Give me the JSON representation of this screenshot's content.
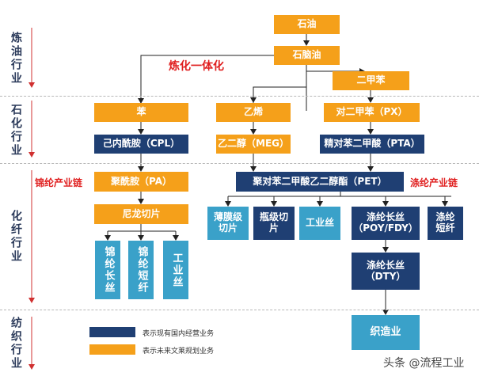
{
  "sections": {
    "refining": "炼油行业",
    "petrochem": "石化行业",
    "fiber": "化纤行业",
    "textile": "纺织行业"
  },
  "labels": {
    "integration": "炼化一体化",
    "nylon_chain": "锦纶产业链",
    "polyester_chain": "涤纶产业链"
  },
  "nodes": {
    "crude_oil": "石油",
    "naphtha": "石脑油",
    "xylene": "二甲苯",
    "benzene": "苯",
    "ethylene": "乙烯",
    "px": "对二甲苯（PX）",
    "cpl": "己内酰胺（CPL）",
    "meg": "乙二醇（MEG）",
    "pta": "精对苯二甲酸（PTA）",
    "pa": "聚酰胺（PA）",
    "pet": "聚对苯二甲酸乙二醇酯（PET）",
    "nylon_chip": "尼龙切片",
    "film_chip": "薄膜级切片",
    "bottle_chip": "瓶级切片",
    "industrial_yarn_pet": "工业丝",
    "poy_fdy": "涤纶长丝（POY/FDY）",
    "staple_pet": "涤纶短纤",
    "dty": "涤纶长丝（DTY）",
    "weaving": "织造业",
    "nylon_filament": "锦纶长丝",
    "nylon_staple": "锦纶短纤",
    "industrial_yarn_pa": "工业丝"
  },
  "legend": {
    "blue_text": "表示现有国内经营业务",
    "orange_text": "表示未来文莱规划业务"
  },
  "watermark": "头条 @流程工业",
  "colors": {
    "orange": "#f5a01a",
    "navy": "#1f3f73",
    "teal": "#3aa1c9",
    "red_label": "#e02020",
    "section_arrow": "#d03030"
  }
}
